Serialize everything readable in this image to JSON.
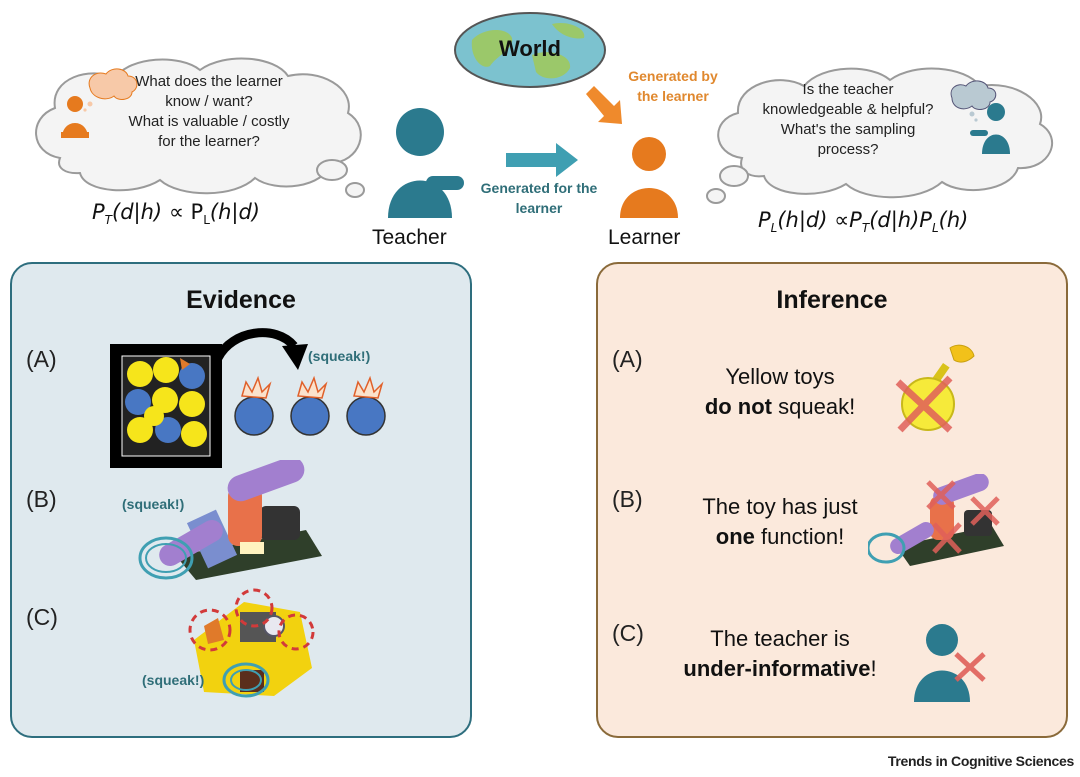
{
  "world": {
    "label": "World"
  },
  "teacher": {
    "label": "Teacher",
    "thoughts": [
      "What does the learner",
      "know / want?",
      "What is valuable / costly",
      "for the learner?"
    ]
  },
  "learner": {
    "label": "Learner",
    "thoughts": [
      "Is the teacher",
      "knowledgeable & helpful?",
      "What's the sampling",
      "process?"
    ]
  },
  "arrows": {
    "generated_for": [
      "Generated for the",
      "learner"
    ],
    "generated_by": [
      "Generated by",
      "the learner"
    ]
  },
  "formulas": {
    "teacher": {
      "lhs": "P",
      "lhs_sub": "T",
      "lhs_args": "(d|h)",
      "op": "∝",
      "rhs": "P",
      "rhs_sub": "L",
      "rhs_args": "(h|d)"
    },
    "learner": {
      "lhs": "P",
      "lhs_sub": "L",
      "lhs_args": "(h|d)",
      "op": "∝",
      "t1": "P",
      "t1_sub": "T",
      "t1_args": "(d|h)",
      "t2": "P",
      "t2_sub": "L",
      "t2_args": "(h)"
    }
  },
  "evidence": {
    "title": "Evidence",
    "items": [
      {
        "letter": "(A)",
        "squeak": "(squeak!)"
      },
      {
        "letter": "(B)",
        "squeak": "(squeak!)"
      },
      {
        "letter": "(C)",
        "squeak": "(squeak!)"
      }
    ]
  },
  "inference": {
    "title": "Inference",
    "items": [
      {
        "letter": "(A)",
        "line1": "Yellow toys",
        "bold2": "do not",
        "rest2": " squeak!"
      },
      {
        "letter": "(B)",
        "line1": "The toy has just",
        "bold2": "one",
        "rest2": " function!"
      },
      {
        "letter": "(C)",
        "line1": "The teacher is",
        "bold2": "under-informative",
        "rest2": "!"
      }
    ]
  },
  "credit": "Trends in Cognitive Sciences",
  "colors": {
    "teacher": "#2b7a8e",
    "learner": "#e67a1e",
    "world_ocean": "#7cc2cf",
    "world_land": "#9bc86a",
    "arrow_teal": "#3f9fb2",
    "arrow_orange": "#ef8a2c",
    "evidence_bg": "#dfe9ee",
    "inference_bg": "#fbe9dc",
    "cross_red": "#e0605a"
  }
}
